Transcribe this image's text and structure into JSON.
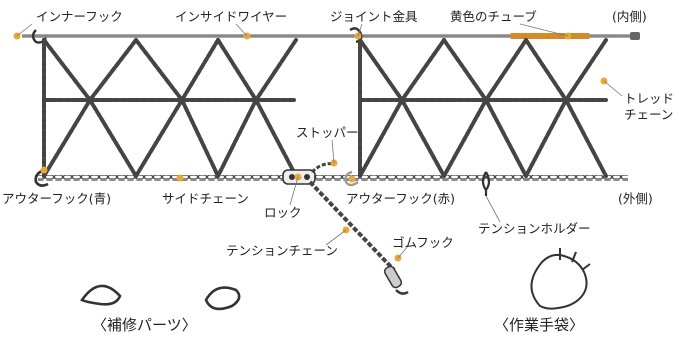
{
  "labels": {
    "inner_hook": "インナーフック",
    "inside_wire": "インサイドワイヤー",
    "joint_fitting": "ジョイント金具",
    "yellow_tube": "黄色のチューブ",
    "inner_side": "(内側)",
    "tread_chain_1": "トレッド",
    "tread_chain_2": "チェーン",
    "stopper": "ストッパー",
    "outer_hook_blue": "アウターフック(青)",
    "side_chain": "サイドチェーン",
    "lock": "ロック",
    "outer_hook_red": "アウターフック(赤)",
    "outer_side": "(外側)",
    "tension_chain": "テンションチェーン",
    "tension_holder": "テンションホルダー",
    "rubber_hook": "ゴムフック",
    "repair_parts": "〈補修パーツ〉",
    "work_gloves": "〈作業手袋〉"
  },
  "colors": {
    "accent_dot": "#e8a93a",
    "chain": "#4a4a4a",
    "wire": "#555555",
    "tube": "#d28a2a",
    "text": "#222222"
  }
}
